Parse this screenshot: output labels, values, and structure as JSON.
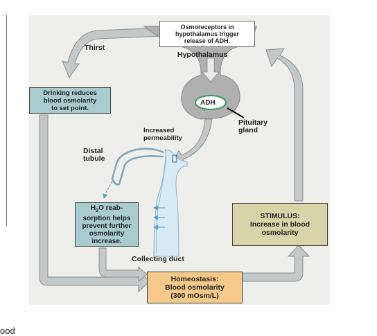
{
  "diagram": {
    "osmoreceptors_box": "Osmoreceptors in\nhypothalamus trigger\nrelease of ADH.",
    "thirst_label": "Thirst",
    "hypothalamus_label": "Hypothalamus",
    "drinking_box": "Drinking reduces\nblood osmolarity\nto set point.",
    "adh_label": "ADH",
    "pituitary_label": "Pituitary\ngland",
    "permeability_label": "Increased\npermeability",
    "distal_tubule_label": "Distal\ntubule",
    "reabsorption_prefix": "H",
    "reabsorption_sub": "2",
    "reabsorption_text": "O reab-\nsorption helps\nprevent further\nosmolarity\nincrease.",
    "stimulus_box": "STIMULUS:\nIncrease in blood\nosmolarity",
    "collecting_duct_label": "Collecting duct",
    "homeostasis_box": "Homeostasis:\nBlood osmolarity\n(300 mOsm/L)"
  },
  "page": {
    "bottom_text": "ood"
  },
  "colors": {
    "panel": "#eeeeea",
    "loop_arrow": "#c3c9c9",
    "blue_box": "#a8ccd0",
    "olive_box": "#d9d4a8",
    "orange_box": "#f6c98a",
    "hypothalamus": "#b0b0b0",
    "duct": "#d6ebf5"
  }
}
